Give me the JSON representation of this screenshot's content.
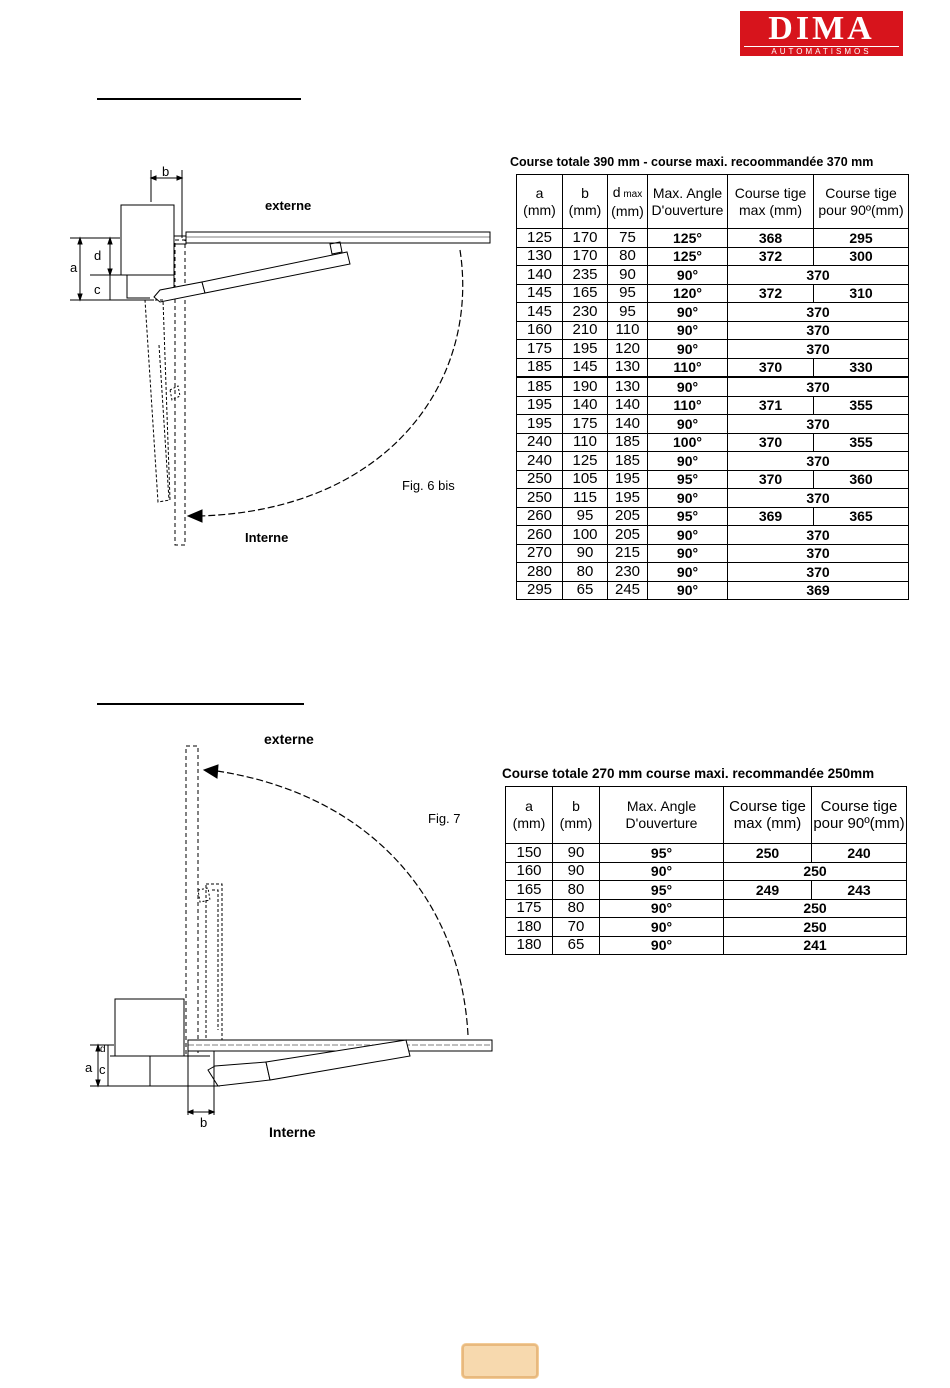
{
  "logo": {
    "name": "DIMA",
    "tagline": "AUTOMATISMOS"
  },
  "fig6": {
    "title": "Course totale 390 mm - course maxi. recoommandée 370 mm",
    "labels": {
      "externe": "externe",
      "interne": "Interne",
      "fig": "Fig. 6 bis",
      "a": "a",
      "b": "b",
      "c": "c",
      "d": "d"
    },
    "headers": {
      "a": "a",
      "b": "b",
      "d": "d",
      "d_sub": "max",
      "angle": "Max. Angle",
      "angle2": "D'ouverture",
      "course_max": "Course tige",
      "course_max2": "max (mm)",
      "course_90": "Course tige",
      "course_90_2": "pour 90º(mm)",
      "mm": "(mm)"
    },
    "rows": [
      {
        "a": "125",
        "b": "170",
        "d": "75",
        "angle": "125°",
        "max": "368",
        "p90": "295"
      },
      {
        "a": "130",
        "b": "170",
        "d": "80",
        "angle": "125°",
        "max": "372",
        "p90": "300"
      },
      {
        "a": "140",
        "b": "235",
        "d": "90",
        "angle": "90°",
        "merged": "370"
      },
      {
        "a": "145",
        "b": "165",
        "d": "95",
        "angle": "120°",
        "max": "372",
        "p90": "310"
      },
      {
        "a": "145",
        "b": "230",
        "d": "95",
        "angle": "90°",
        "merged": "370"
      },
      {
        "a": "160",
        "b": "210",
        "d": "110",
        "angle": "90°",
        "merged": "370"
      },
      {
        "a": "175",
        "b": "195",
        "d": "120",
        "angle": "90°",
        "merged": "370"
      },
      {
        "a": "185",
        "b": "145",
        "d": "130",
        "angle": "110°",
        "max": "370",
        "p90": "330"
      },
      {
        "a": "185",
        "b": "190",
        "d": "130",
        "angle": "90°",
        "merged": "370"
      },
      {
        "a": "195",
        "b": "140",
        "d": "140",
        "angle": "110°",
        "max": "371",
        "p90": "355"
      },
      {
        "a": "195",
        "b": "175",
        "d": "140",
        "angle": "90°",
        "merged": "370"
      },
      {
        "a": "240",
        "b": "110",
        "d": "185",
        "angle": "100°",
        "max": "370",
        "p90": "355"
      },
      {
        "a": "240",
        "b": "125",
        "d": "185",
        "angle": "90°",
        "merged": "370"
      },
      {
        "a": "250",
        "b": "105",
        "d": "195",
        "angle": "95°",
        "max": "370",
        "p90": "360"
      },
      {
        "a": "250",
        "b": "115",
        "d": "195",
        "angle": "90°",
        "merged": "370"
      },
      {
        "a": "260",
        "b": "95",
        "d": "205",
        "angle": "95°",
        "max": "369",
        "p90": "365"
      },
      {
        "a": "260",
        "b": "100",
        "d": "205",
        "angle": "90°",
        "merged": "370"
      },
      {
        "a": "270",
        "b": "90",
        "d": "215",
        "angle": "90°",
        "merged": "370"
      },
      {
        "a": "280",
        "b": "80",
        "d": "230",
        "angle": "90°",
        "merged": "370"
      },
      {
        "a": "295",
        "b": "65",
        "d": "245",
        "angle": "90°",
        "merged": "369"
      }
    ]
  },
  "fig7": {
    "title": "Course totale 270 mm  course maxi. recommandée 250mm",
    "labels": {
      "externe": "externe",
      "interne": "Interne",
      "fig": "Fig. 7",
      "a": "a",
      "b": "b",
      "c": "c",
      "d": "d"
    },
    "headers": {
      "a": "a",
      "b": "b",
      "angle": "Max. Angle",
      "angle2": "D'ouverture",
      "course_max": "Course tige",
      "course_max2": "max (mm)",
      "course_90": "Course tige",
      "course_90_2": "pour 90º(mm)",
      "mm": "(mm)"
    },
    "rows": [
      {
        "a": "150",
        "b": "90",
        "angle": "95°",
        "max": "250",
        "p90": "240"
      },
      {
        "a": "160",
        "b": "90",
        "angle": "90°",
        "merged": "250"
      },
      {
        "a": "165",
        "b": "80",
        "angle": "95°",
        "max": "249",
        "p90": "243"
      },
      {
        "a": "175",
        "b": "80",
        "angle": "90°",
        "merged": "250"
      },
      {
        "a": "180",
        "b": "70",
        "angle": "90°",
        "merged": "250"
      },
      {
        "a": "180",
        "b": "65",
        "angle": "90°",
        "merged": "241"
      }
    ]
  }
}
